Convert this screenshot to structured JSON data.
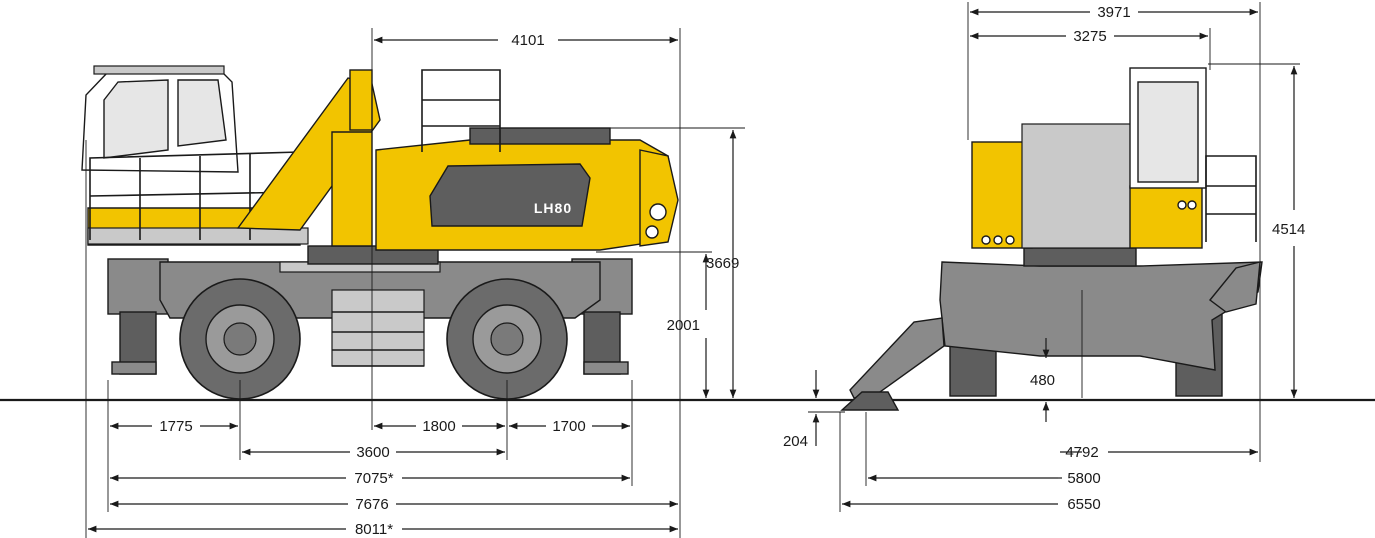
{
  "model_badge": "LH80",
  "dimensions": {
    "side_upper_width": "4101",
    "side_total_height": "3669",
    "side_cab_step_height": "2001",
    "side_front_overhang": "1775",
    "side_center_to_rear_axle": "1800",
    "side_rear_overhang": "1700",
    "side_wheelbase": "3600",
    "side_outrigger_span_a": "7075*",
    "side_outrigger_span_b": "7676",
    "side_overall_length": "8011*",
    "front_width_overall": "3971",
    "front_width_upper": "3275",
    "front_total_height": "4514",
    "front_ground_clearance": "480",
    "front_pad_below_ground": "204",
    "front_outrigger_half": "4792",
    "front_outrigger_span_a": "5800",
    "front_outrigger_span_b": "6550"
  },
  "colors": {
    "machine_yellow": "#f2c400",
    "machine_grey": "#8a8a8a",
    "line": "#1a1a1a"
  }
}
